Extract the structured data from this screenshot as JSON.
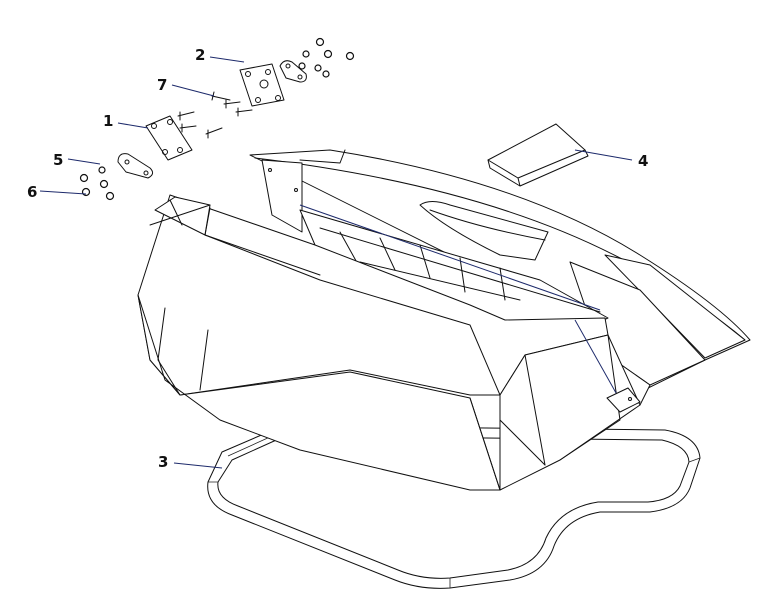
{
  "callouts": [
    {
      "id": "1",
      "label": "1"
    },
    {
      "id": "2",
      "label": "2"
    },
    {
      "id": "3",
      "label": "3"
    },
    {
      "id": "4",
      "label": "4"
    },
    {
      "id": "5",
      "label": "5"
    },
    {
      "id": "6",
      "label": "6"
    },
    {
      "id": "7",
      "label": "7"
    }
  ],
  "colors": {
    "line": "#111111",
    "leader": "#1d2a6b",
    "background": "#ffffff"
  }
}
